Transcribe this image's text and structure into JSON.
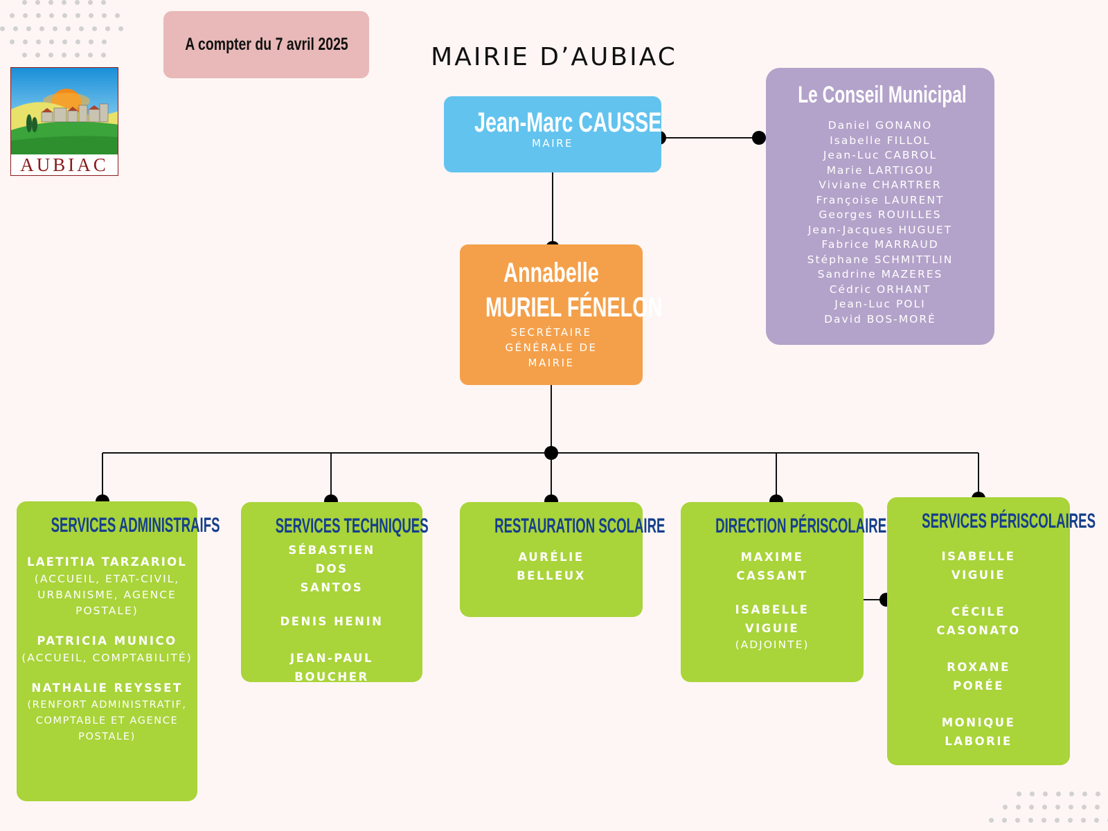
{
  "date_label": "A compter du 7 avril 2025",
  "title": "MAIRIE D’AUBIAC",
  "logo": {
    "text": "AUBIAC",
    "icon": "village-sunset-logo-icon"
  },
  "mayor": {
    "name": "Jean-Marc CAUSSE",
    "role": "MAIRE"
  },
  "secretary": {
    "name_line1": "Annabelle",
    "name_line2": "MURIEL FÉNELON",
    "role": "SECRÉTAIRE GÉNÉRALE DE MAIRIE"
  },
  "council": {
    "title": "Le Conseil Municipal",
    "members": [
      "Daniel GONANO",
      "Isabelle FILLOL",
      "Jean-Luc CABROL",
      "Marie LARTIGOU",
      "Viviane CHARTRER",
      "Françoise LAURENT",
      "Georges ROUILLES",
      "Jean-Jacques HUGUET",
      "Fabrice MARRAUD",
      "Stéphane SCHMITTLIN",
      "Sandrine MAZERES",
      "Cédric ORHANT",
      "Jean-Luc POLI",
      "David BOS-MORÉ"
    ]
  },
  "services": [
    {
      "title": "SERVICES ADMINISTRAIFS",
      "members": [
        {
          "name": "LAETITIA TARZARIOL",
          "role": "(ACCUEIL, ETAT-CIVIL, URBANISME, AGENCE POSTALE)"
        },
        {
          "name": "PATRICIA MUNICO",
          "role": "(ACCUEIL, COMPTABILITÉ)"
        },
        {
          "name": "NATHALIE REYSSET",
          "role": "(RENFORT ADMINISTRATIF, COMPTABLE ET AGENCE POSTALE)"
        }
      ]
    },
    {
      "title": "SERVICES TECHNIQUES",
      "members": [
        {
          "name": "SÉBASTIEN DOS SANTOS",
          "role": ""
        },
        {
          "name": "DENIS HENIN",
          "role": ""
        },
        {
          "name": "JEAN-PAUL BOUCHER",
          "role": ""
        }
      ]
    },
    {
      "title": "RESTAURATION SCOLAIRE",
      "members": [
        {
          "name": "AURÉLIE BELLEUX",
          "role": ""
        }
      ]
    },
    {
      "title": "DIRECTION PÉRISCOLAIRE",
      "members": [
        {
          "name": "MAXIME CASSANT",
          "role": ""
        },
        {
          "name": "ISABELLE VIGUIE",
          "role": "(ADJOINTE)"
        }
      ]
    },
    {
      "title": "SERVICES PÉRISCOLAIRES",
      "members": [
        {
          "name": "ISABELLE VIGUIE",
          "role": ""
        },
        {
          "name": "CÉCILE CASONATO",
          "role": ""
        },
        {
          "name": "ROXANE PORÉE",
          "role": ""
        },
        {
          "name": "MONIQUE LABORIE",
          "role": ""
        }
      ]
    }
  ],
  "colors": {
    "background": "#fdf6f4",
    "mayor": "#62c3ee",
    "secretary": "#f4a04a",
    "council": "#b3a2c9",
    "service": "#a9d43a",
    "service_title": "#163f8c",
    "date_box": "#e8b9b8"
  }
}
